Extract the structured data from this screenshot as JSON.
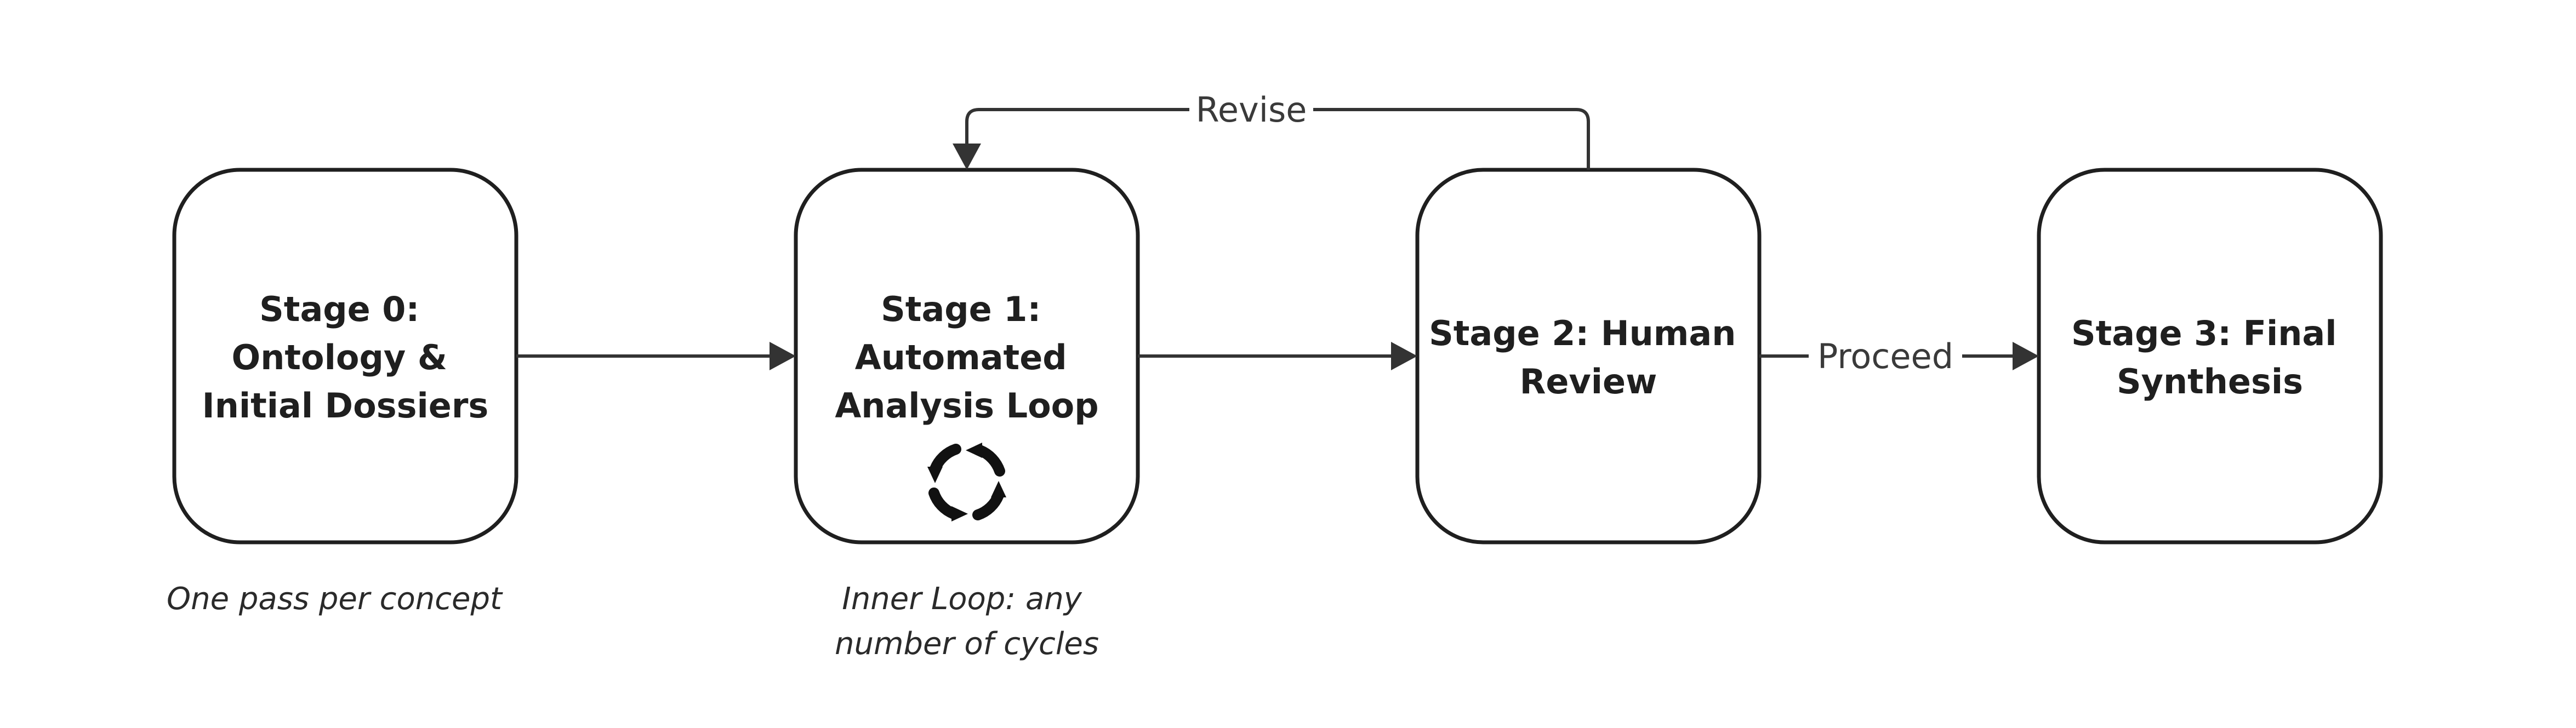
{
  "stages": [
    {
      "id": "stage-0",
      "title_lines": [
        "Stage 0:",
        "Ontology &",
        "Initial Dossiers"
      ],
      "caption_lines": [
        "One pass per concept"
      ]
    },
    {
      "id": "stage-1",
      "title_lines": [
        "Stage 1:",
        "Automated",
        "Analysis Loop"
      ],
      "caption_lines": [
        "Inner Loop: any",
        "number of cycles"
      ],
      "icon": "cycle-arrows-icon"
    },
    {
      "id": "stage-2",
      "title_lines": [
        "Stage 2: Human",
        "Review"
      ],
      "caption_lines": []
    },
    {
      "id": "stage-3",
      "title_lines": [
        "Stage 3: Final",
        "Synthesis"
      ],
      "caption_lines": []
    }
  ],
  "edges": {
    "revise_label": "Revise",
    "proceed_label": "Proceed"
  },
  "colors": {
    "stroke": "#333333",
    "text": "#1f1f1f",
    "background": "#ffffff"
  }
}
